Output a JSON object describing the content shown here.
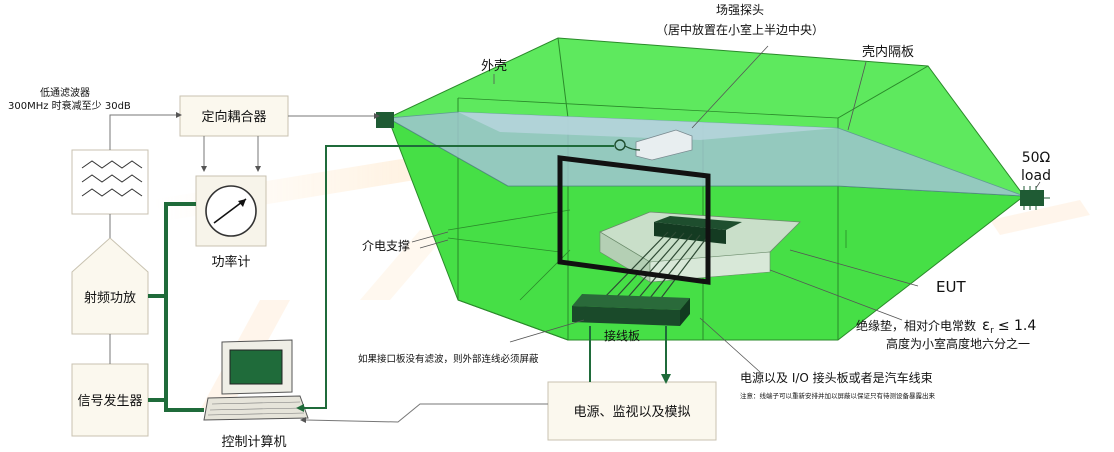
{
  "labels": {
    "lowpass_line1": "低通滤波器",
    "lowpass_line2": "300MHz 时衰减至少 30dB",
    "coupler": "定向耦合器",
    "power_meter": "功率计",
    "rf_amp": "射频功放",
    "sig_gen": "信号发生器",
    "control_pc": "控制计算机",
    "probe_title": "场强探头",
    "probe_note": "（居中放置在小室上半边中央）",
    "shell": "外壳",
    "septum": "壳内隔板",
    "load_value": "50Ω",
    "load_word": "load",
    "dielectric_support": "介电支撑",
    "eut": "EUT",
    "pad_line1_prefix": "绝缘垫，相对介电常数",
    "pad_line1_symbol": "ε",
    "pad_line1_sub": "r",
    "pad_line1_suffix": "≤ 1.4",
    "pad_line2": "高度为小室高度地六分之一",
    "interface_board": "接线板",
    "filter_note": "如果接口板没有滤波，则外部连线必须屏蔽",
    "power_io_note": "电源以及 I/O 接头板或者是汽车线束",
    "small_note": "注意：线端子可以重新安排并加以屏蔽以保证只有待测设备暴露出来",
    "support_box": "电源、监视以及模拟"
  },
  "colors": {
    "cell_green": "#4fe34f",
    "cell_edge": "#2a8a2a",
    "septum_blue": "#8fb8c8",
    "cable_green": "#1f6b3a",
    "box_fill": "#fbf8ee",
    "box_stroke": "#c8c2b0"
  },
  "icons": [
    "lowpass-filter-icon",
    "power-meter-dial-icon",
    "computer-icon",
    "field-probe-icon",
    "connector-icon",
    "load-connector-icon"
  ]
}
